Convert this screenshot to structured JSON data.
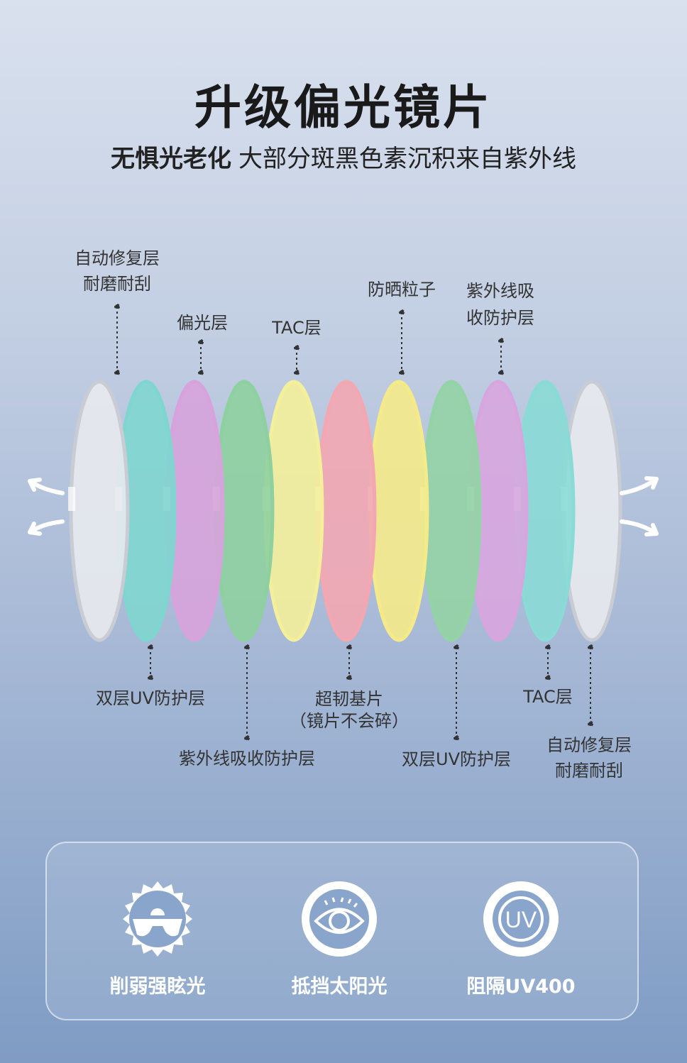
{
  "title": "升级偏光镜片",
  "subtitle": {
    "bold": "无惧光老化",
    "text": "大部分斑黑色素沉积来自紫外线"
  },
  "top_labels": [
    {
      "line1": "自动修复层",
      "line2": "耐磨耐刮"
    },
    {
      "line1": "偏光层"
    },
    {
      "line1": "TAC层"
    },
    {
      "line1": "防晒粒子"
    },
    {
      "line1": "紫外线吸",
      "line2": "收防护层"
    }
  ],
  "bottom_labels": [
    {
      "line1": "双层UV防护层"
    },
    {
      "line1": "紫外线吸收防护层"
    },
    {
      "line1": "超韧基片",
      "line2": "（镜片不会碎）"
    },
    {
      "line1": "双层UV防护层"
    },
    {
      "line1": "TAC层"
    },
    {
      "line1": "自动修复层",
      "line2": "耐磨耐刮"
    }
  ],
  "layer_colors": [
    "#e8eaee",
    "#7fd6d0",
    "#d7a3dc",
    "#8fd0a0",
    "#f3ef9a",
    "#f2a7b3",
    "#f5ea8a",
    "#93d3a6",
    "#d8a6df",
    "#8adad6",
    "#e8eaee"
  ],
  "features": [
    {
      "icon": "sunglasses-sun-icon",
      "label": "削弱强眩光"
    },
    {
      "icon": "eye-icon",
      "label": "抵挡太阳光"
    },
    {
      "icon": "uv-badge-icon",
      "label": "阻隔UV400"
    }
  ],
  "uv_icon_text": "UV"
}
